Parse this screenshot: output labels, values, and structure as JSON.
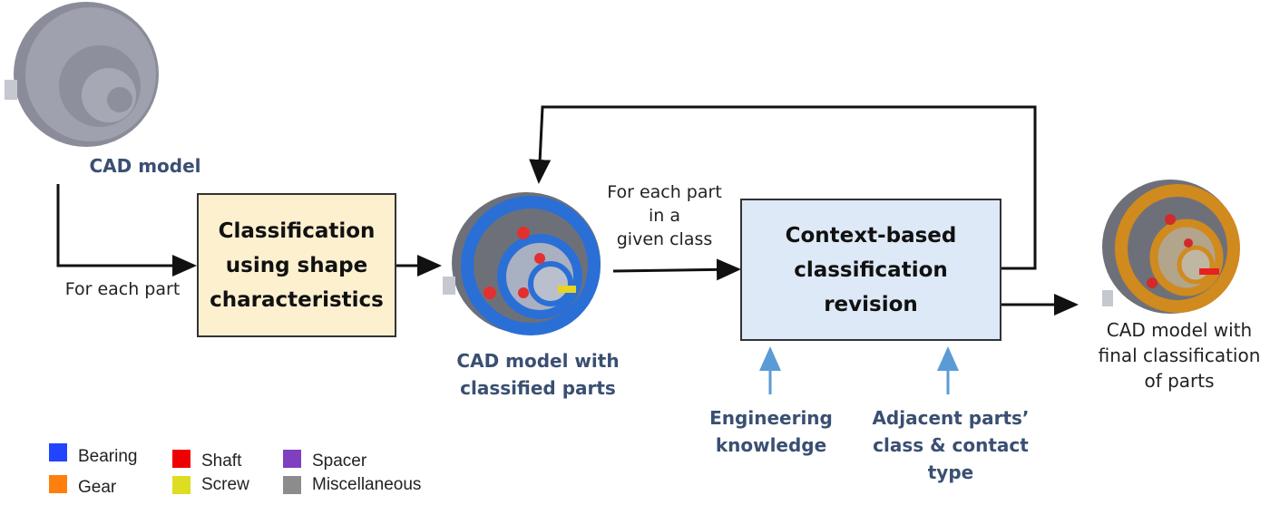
{
  "nodes": {
    "cad_model": {
      "caption": "CAD model"
    },
    "shape_box": {
      "lines": [
        "Classification",
        "using shape",
        "characteristics"
      ]
    },
    "classified_model": {
      "caption_lines": [
        "CAD model with",
        "classified parts"
      ]
    },
    "context_box": {
      "lines": [
        "Context-based",
        "classification",
        "revision"
      ]
    },
    "final_model": {
      "caption_lines": [
        "CAD model  with",
        "final classification",
        "of parts"
      ]
    }
  },
  "edge_labels": {
    "for_each_part": "For each part",
    "for_each_class": [
      "For each part",
      "in a",
      "given class"
    ]
  },
  "inputs": {
    "engineering": [
      "Engineering",
      "knowledge"
    ],
    "adjacent": [
      "Adjacent parts’",
      "class & contact type"
    ]
  },
  "legend": [
    {
      "label": "Bearing",
      "color": "#2244ff"
    },
    {
      "label": "Gear",
      "color": "#ff7f0e"
    },
    {
      "label": "Shaft",
      "color": "#ee0000"
    },
    {
      "label": "Screw",
      "color": "#dddd22"
    },
    {
      "label": "Spacer",
      "color": "#7f3fbf"
    },
    {
      "label": "Miscellaneous",
      "color": "#8c8c8c"
    }
  ],
  "colors": {
    "shape_box_fill": "#fdf0cf",
    "context_box_fill": "#dde9f6",
    "input_arrow": "#5b9bd5"
  }
}
